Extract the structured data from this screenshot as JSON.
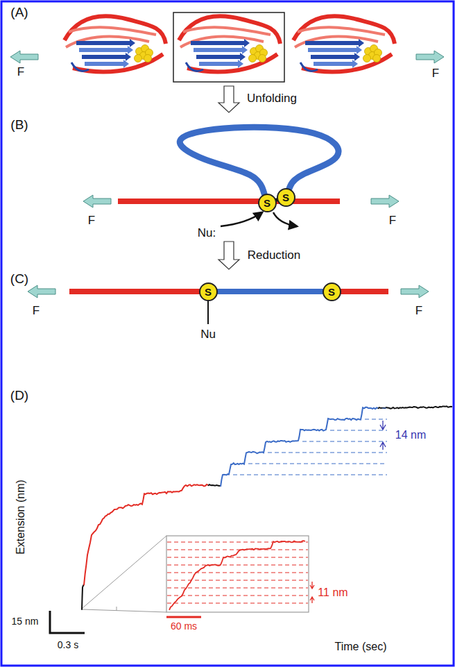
{
  "diagram": {
    "nodes": [
      {
        "text": [
          "S"
        ]
      },
      {
        "text": [
          "S"
        ]
      },
      {
        "text": [
          "S"
        ]
      },
      {
        "text": [
          "S"
        ]
      }
    ],
    "edges": [
      {
        "from": 0,
        "to": 1,
        "arrow": "none"
      },
      {
        "from": 0,
        "to": 1,
        "arrow": "none"
      },
      {
        "from": 2,
        "to": 3,
        "arrow": "none"
      }
    ],
    "labels": [
      "(A)",
      "F",
      "F",
      "Unfolding",
      "(B)",
      "Nu:",
      "F",
      "F",
      "Reduction",
      "(C)",
      "Nu",
      "F",
      "F",
      "(D)",
      "14 nm",
      "Extension (nm)",
      "11 nm",
      "60 ms",
      "15 nm",
      "0.3 s",
      "Time (sec)"
    ]
  }
}
